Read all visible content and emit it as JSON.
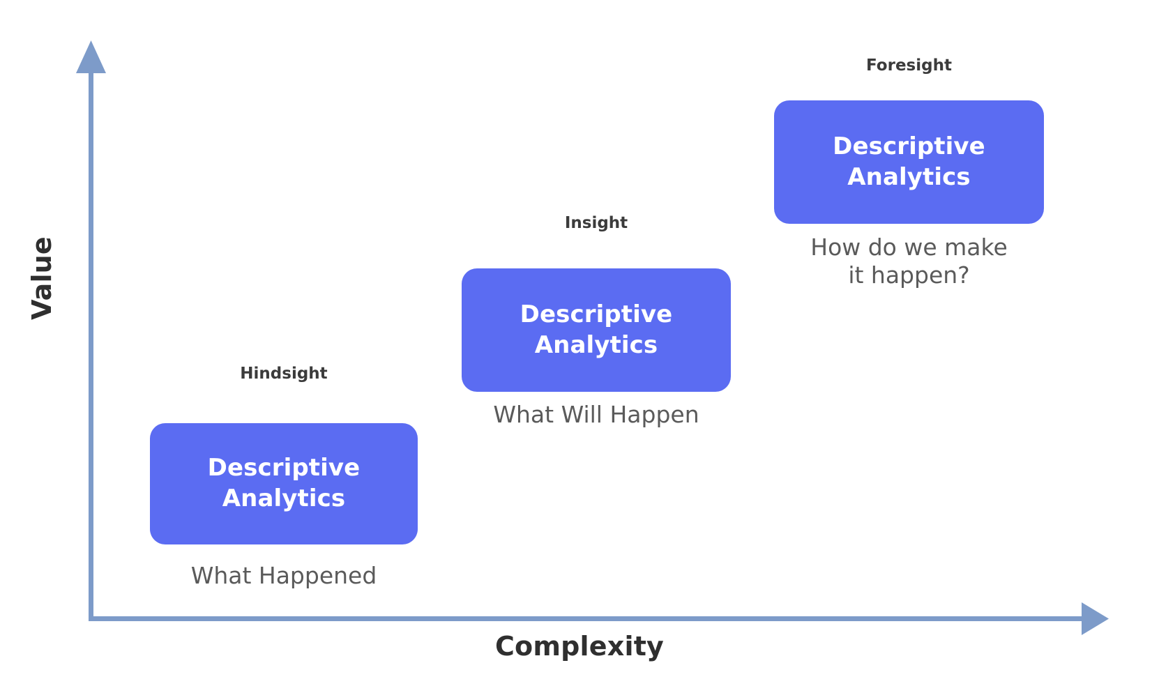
{
  "diagram": {
    "background_color": "#ffffff",
    "box_color": "#5b6cf2",
    "axis_color": "#7d9bc9",
    "heading_color": "#3b3b3b",
    "caption_color": "#5a5a5a"
  },
  "axes": {
    "y": {
      "label": "Value",
      "orientation": "vertical",
      "arrow": "up-arrow-icon"
    },
    "x": {
      "label": "Complexity",
      "orientation": "horizontal",
      "arrow": "right-arrow-icon"
    }
  },
  "chart_data": {
    "type": "diagram",
    "title": "",
    "xlabel": "Complexity",
    "ylabel": "Value",
    "grid": false,
    "legend": "none",
    "categories": [
      "Hindsight",
      "Insight",
      "Foresight"
    ],
    "series": [
      {
        "name": "Descriptive Analytics",
        "values": [
          "Hindsight",
          "Insight",
          "Foresight"
        ]
      }
    ],
    "annotations": [
      "What Happened",
      "What Will Happen",
      "How do we make it happen?"
    ]
  },
  "stages": [
    {
      "id": "hindsight",
      "heading": "Hindsight",
      "box_line1": "Descriptive",
      "box_line2": "Analytics",
      "caption_line1": "What Happened",
      "caption_line2": ""
    },
    {
      "id": "insight",
      "heading": "Insight",
      "box_line1": "Descriptive",
      "box_line2": "Analytics",
      "caption_line1": "What Will Happen",
      "caption_line2": ""
    },
    {
      "id": "foresight",
      "heading": "Foresight",
      "box_line1": "Descriptive",
      "box_line2": "Analytics",
      "caption_line1": "How do we make",
      "caption_line2": "it happen?"
    }
  ]
}
